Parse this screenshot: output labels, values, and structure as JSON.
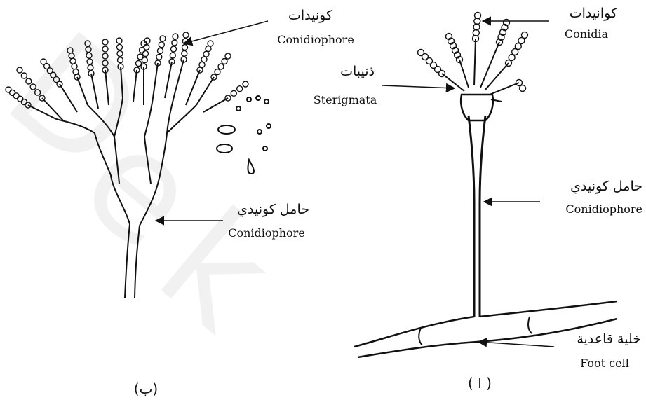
{
  "figure_a": {
    "caption": "( ا )",
    "labels": {
      "conidia_ar": "كوانيدات",
      "conidia_en": "Conidia",
      "sterigmata_ar": "ذنيبات",
      "sterigmata_en": "Sterigmata",
      "conidiophore_ar": "حامل كونيدي",
      "conidiophore_en": "Conidiophore",
      "footcell_ar": "خلية قاعدية",
      "footcell_en": "Foot cell"
    }
  },
  "figure_b": {
    "caption": "(ب)",
    "labels": {
      "conidia_ar": "كونيدات",
      "conidia_en": "Conidiophore",
      "conidiophore_ar": "حامل كونيدي",
      "conidiophore_en": "Conidiophore"
    }
  },
  "colors": {
    "ink": "#111111",
    "watermark": "#f1f1f1"
  }
}
